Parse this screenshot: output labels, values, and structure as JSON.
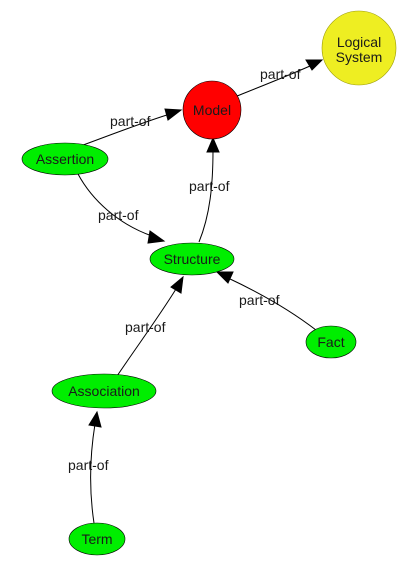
{
  "nodes": {
    "logical_system": {
      "label_line1": "Logical",
      "label_line2": "System",
      "color": "#eeee22"
    },
    "model": {
      "label": "Model",
      "color": "#ff0000"
    },
    "assertion": {
      "label": "Assertion",
      "color": "#00ee00"
    },
    "structure": {
      "label": "Structure",
      "color": "#00ee00"
    },
    "fact": {
      "label": "Fact",
      "color": "#00ee00"
    },
    "association": {
      "label": "Association",
      "color": "#00ee00"
    },
    "term": {
      "label": "Term",
      "color": "#00ee00"
    }
  },
  "edges": [
    {
      "from": "Model",
      "to": "Logical System",
      "label": "part-of"
    },
    {
      "from": "Assertion",
      "to": "Model",
      "label": "part-of"
    },
    {
      "from": "Assertion",
      "to": "Structure",
      "label": "part-of"
    },
    {
      "from": "Structure",
      "to": "Model",
      "label": "part-of"
    },
    {
      "from": "Fact",
      "to": "Structure",
      "label": "part-of"
    },
    {
      "from": "Association",
      "to": "Structure",
      "label": "part-of"
    },
    {
      "from": "Term",
      "to": "Association",
      "label": "part-of"
    }
  ]
}
